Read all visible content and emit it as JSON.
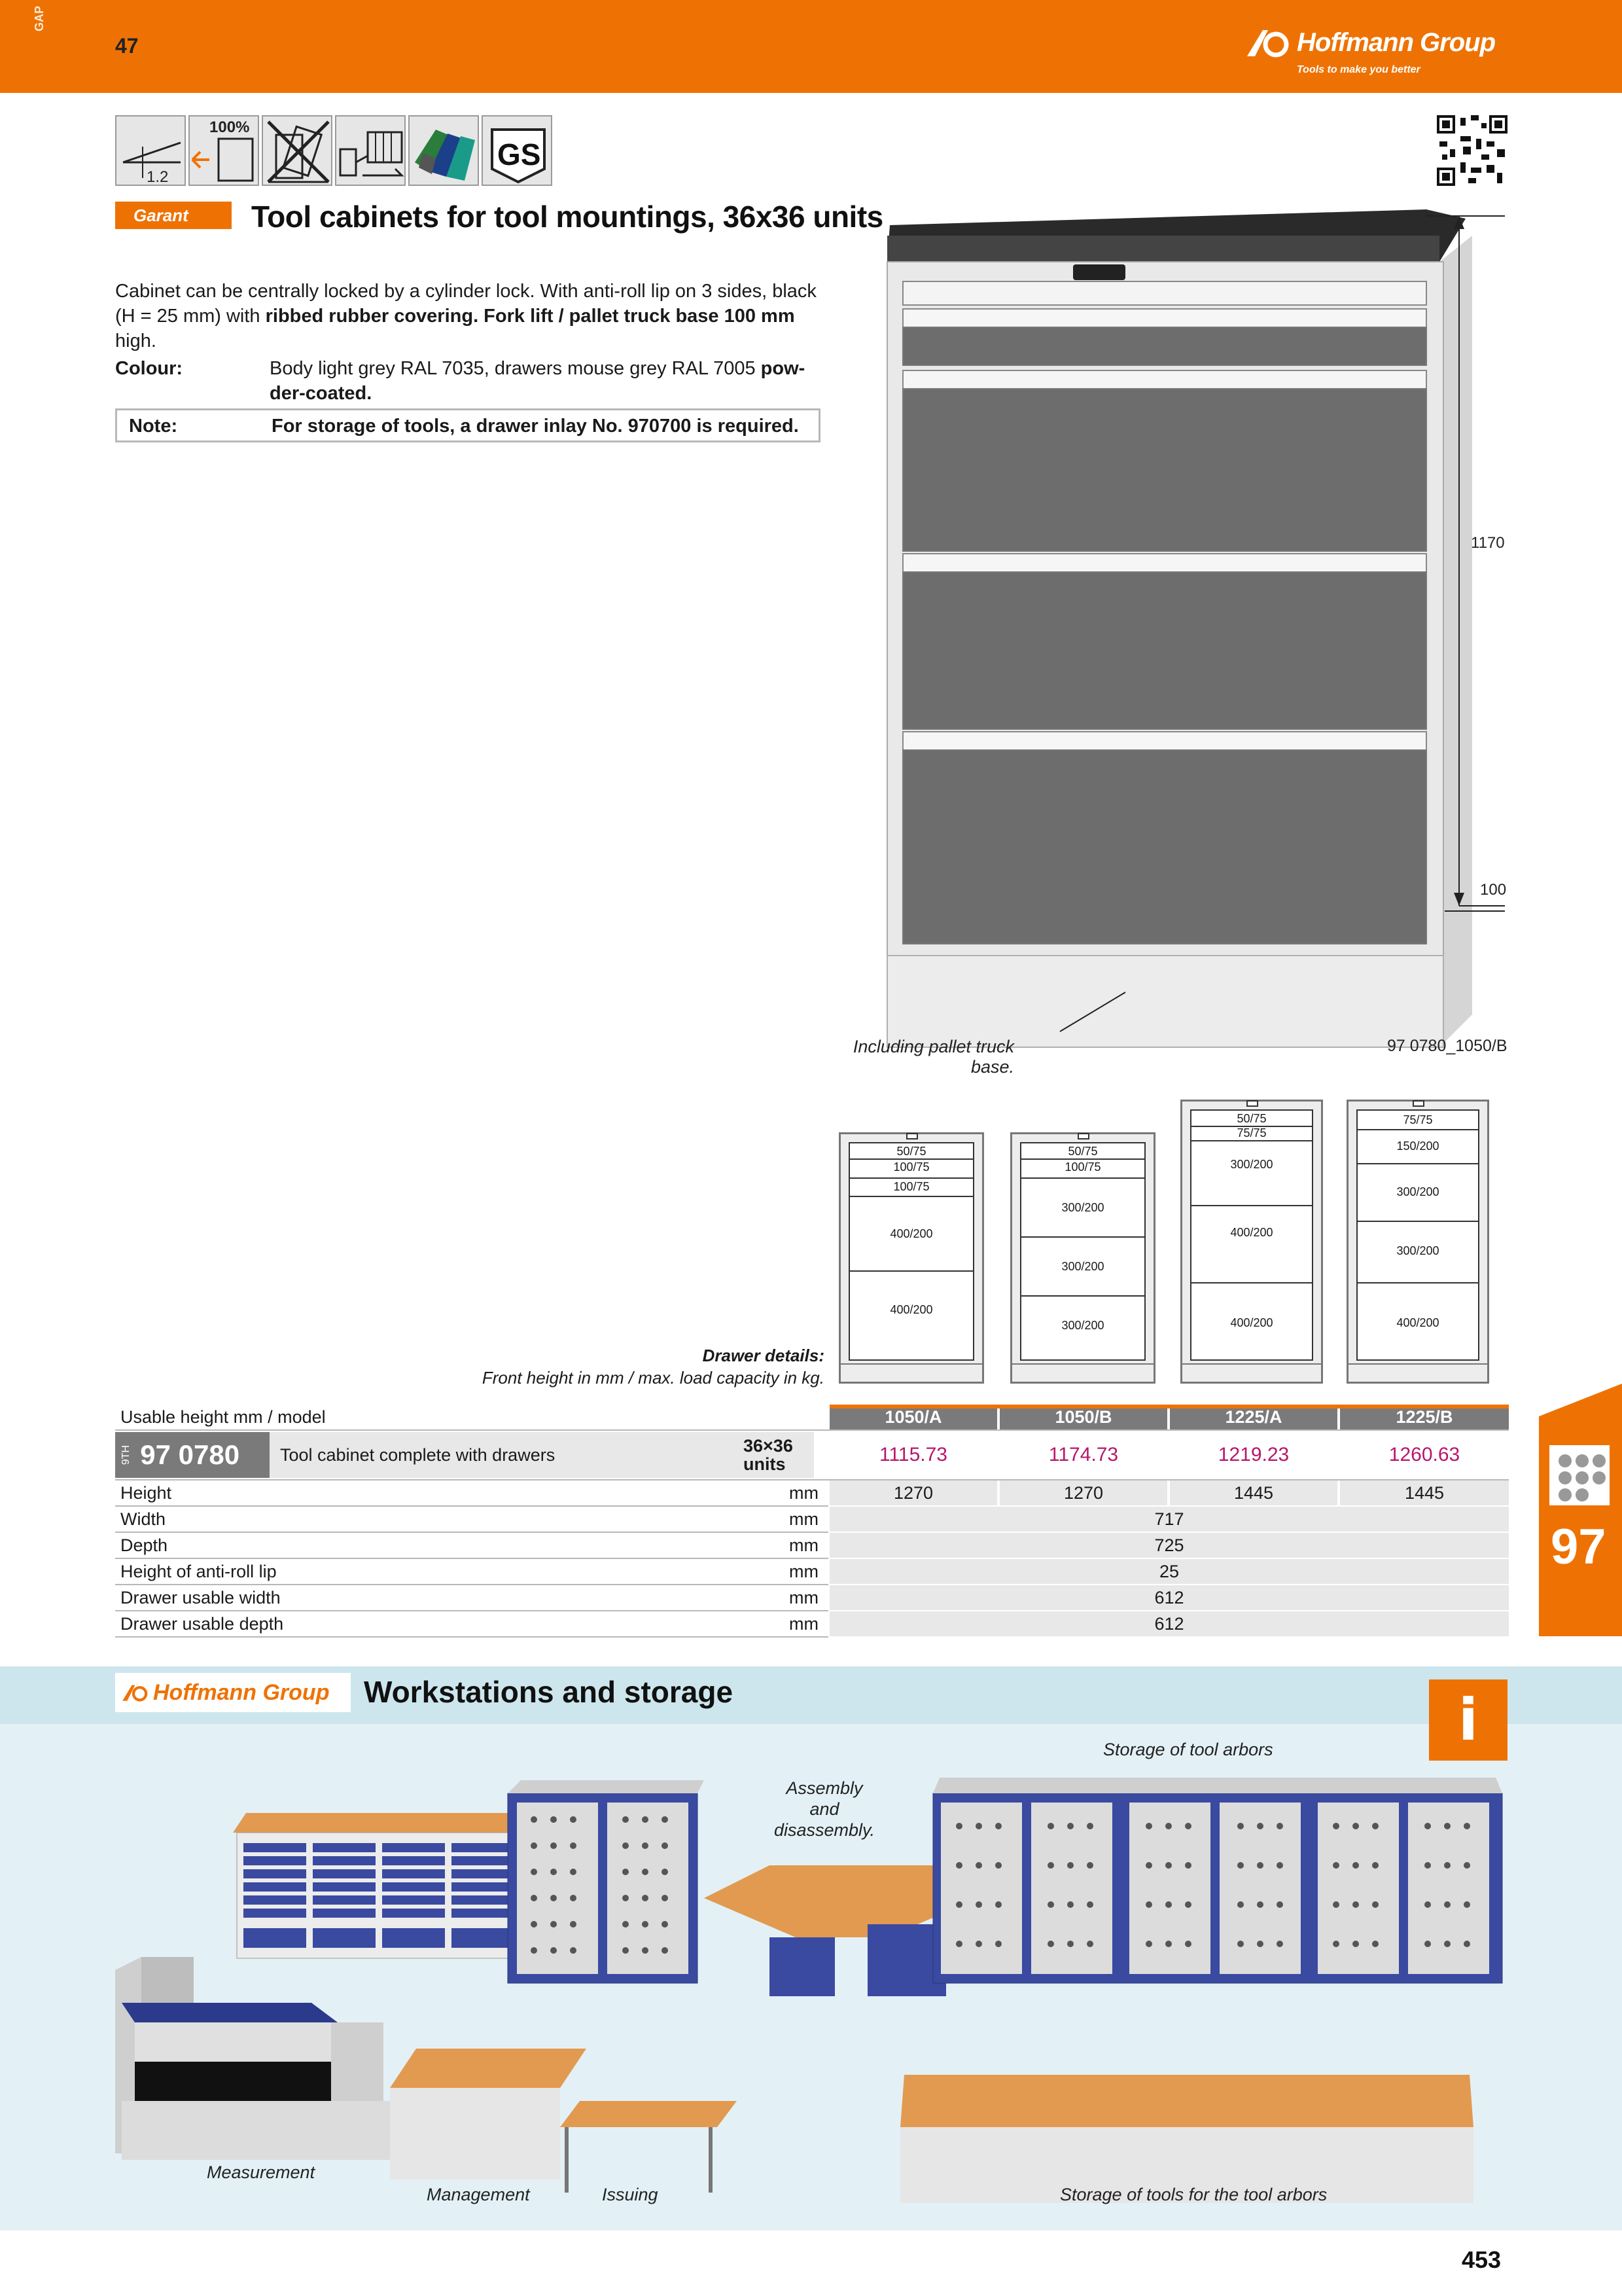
{
  "header": {
    "side_code": "GAP",
    "section_number": "47",
    "brand": "Hoffmann Group",
    "tagline": "Tools to make you better"
  },
  "icons": [
    {
      "name": "anti-slip-rubber-icon",
      "text": "1.2"
    },
    {
      "name": "full-extension-icon",
      "text": "100%"
    },
    {
      "name": "anti-tilt-icon",
      "text": ""
    },
    {
      "name": "drawer-lock-icon",
      "text": ""
    },
    {
      "name": "colour-swatches-icon",
      "text": ""
    },
    {
      "name": "gs-certified-icon",
      "text": "GS"
    }
  ],
  "product": {
    "brand_badge": "Garant",
    "title": "Tool cabinets for tool mountings, 36x36 units",
    "description_plain": "Cabinet can be centrally locked by a cylinder lock. With anti-roll lip on 3 sides, black (H = 25 mm) with ",
    "description_bold1": "ribbed rubber covering. Fork lift / pallet truck base 100 mm",
    "description_tail": "high.",
    "colour_label": "Colour:",
    "colour_text": "Body light grey RAL 7035, drawers mouse grey RAL 7005 ",
    "colour_bold": "pow­der-coated.",
    "note_label": "Note:",
    "note_text": "For storage of tools, a drawer inlay No. 970700 is required."
  },
  "drawing": {
    "dim_height": "1170",
    "dim_base": "100",
    "caption_base": "Including pallet truck base.",
    "image_code": "97 0780_1050/B"
  },
  "mini_cabinets": [
    {
      "model": "1050/A",
      "drawers": [
        "50/75",
        "100/75",
        "100/75",
        "400/200",
        "400/200"
      ]
    },
    {
      "model": "1050/B",
      "drawers": [
        "50/75",
        "100/75",
        "300/200",
        "300/200",
        "300/200"
      ]
    },
    {
      "model": "1225/A",
      "drawers": [
        "50/75",
        "75/75",
        "300/200",
        "400/200",
        "400/200"
      ]
    },
    {
      "model": "1225/B",
      "drawers": [
        "75/75",
        "150/200",
        "300/200",
        "300/200",
        "400/200"
      ]
    }
  ],
  "drawer_details": {
    "title": "Drawer details:",
    "subtitle": "Front height in mm / max. load capacity in kg."
  },
  "table": {
    "head_label": "Usable height mm / model",
    "models": [
      "1050/A",
      "1050/B",
      "1225/A",
      "1225/B"
    ],
    "article_prefix": "9TH",
    "article_no": "97 0780",
    "article_desc": "Tool cabinet complete with drawers",
    "article_units": "36×36 units",
    "prices": [
      "1115.73",
      "1174.73",
      "1219.23",
      "1260.63"
    ],
    "rows": [
      {
        "label": "Height",
        "unit": "mm",
        "values": [
          "1270",
          "1270",
          "1445",
          "1445"
        ]
      },
      {
        "label": "Width",
        "unit": "mm",
        "value": "717"
      },
      {
        "label": "Depth",
        "unit": "mm",
        "value": "725"
      },
      {
        "label": "Height of anti-roll lip",
        "unit": "mm",
        "value": "25"
      },
      {
        "label": "Drawer usable width",
        "unit": "mm",
        "value": "612"
      },
      {
        "label": "Drawer usable depth",
        "unit": "mm",
        "value": "612"
      }
    ]
  },
  "side_tab": {
    "number": "97"
  },
  "workstations": {
    "brand": "Hoffmann Group",
    "title": "Workstations and storage",
    "info_icon": "i",
    "labels": {
      "storage_arbors": "Storage of tool arbors",
      "assembly": "Assembly and disassembly.",
      "measurement": "Measurement",
      "management": "Management",
      "issuing": "Issuing",
      "storage_tools": "Storage of tools for the tool arbors"
    }
  },
  "page_number": "453",
  "colors": {
    "orange": "#ee7203",
    "magenta": "#b8166a",
    "cabinet_grey": "#e8e8e8",
    "drawer_grey": "#6a6a6a",
    "blue": "#2d3d9a",
    "wood": "#e8a054"
  }
}
